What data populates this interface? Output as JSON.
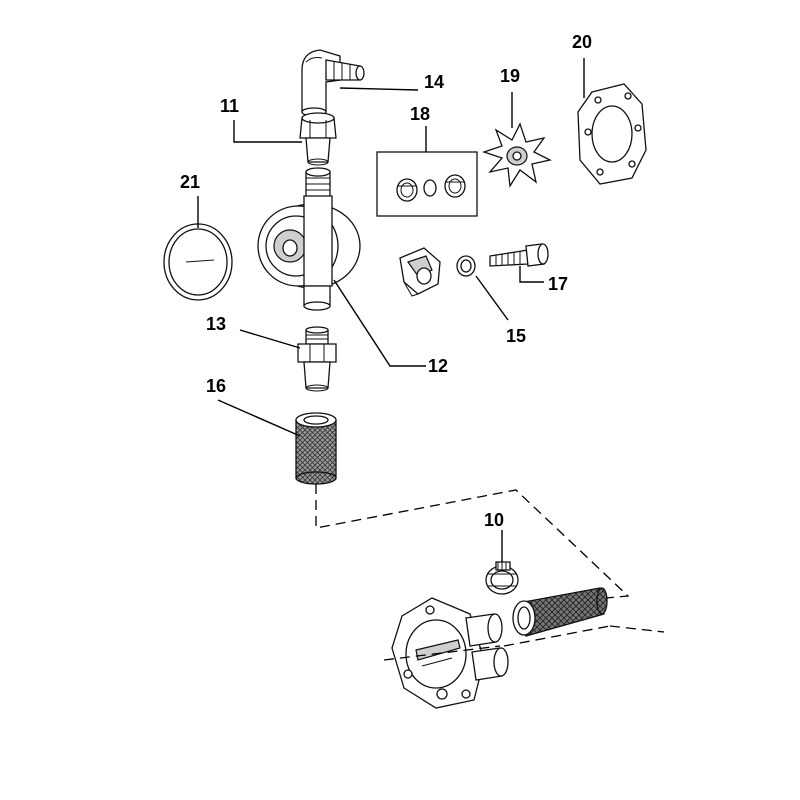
{
  "diagram": {
    "callouts": {
      "c10": "10",
      "c11": "11",
      "c12": "12",
      "c13": "13",
      "c14": "14",
      "c15": "15",
      "c16": "16",
      "c17": "17",
      "c18": "18",
      "c19": "19",
      "c20": "20",
      "c21": "21"
    }
  }
}
